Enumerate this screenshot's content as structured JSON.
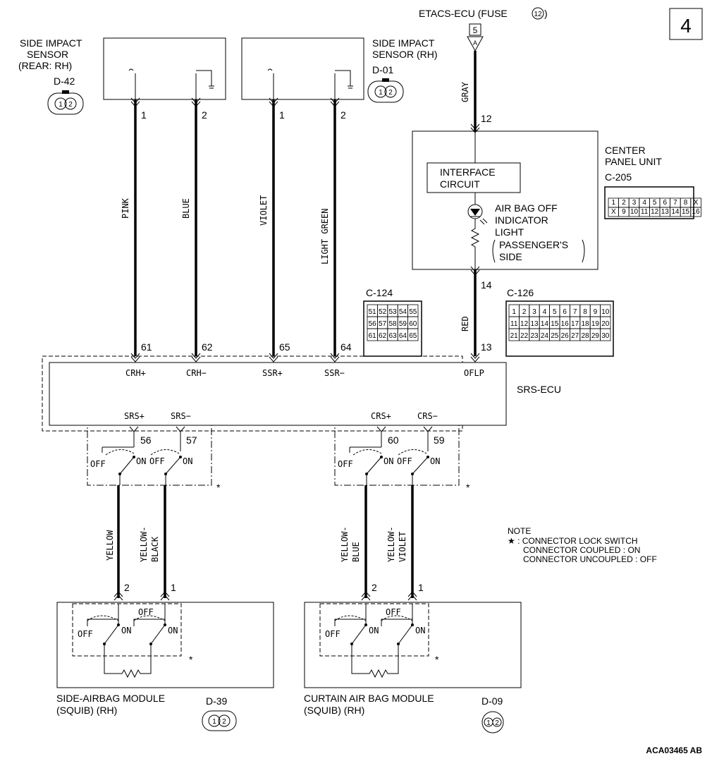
{
  "page_number": "4",
  "figure_code": "ACA03465 AB",
  "etacs": {
    "label": "ETACS-ECU (FUSE",
    "fuse": "12",
    "close": ")",
    "pin": "5",
    "terminal": "A"
  },
  "sensor_rear": {
    "title_lines": [
      "SIDE IMPACT",
      "SENSOR",
      "(REAR: RH)"
    ],
    "connector": "D-42",
    "pins": [
      "1",
      "2"
    ]
  },
  "sensor_rh": {
    "title_lines": [
      "SIDE IMPACT",
      "SENSOR (RH)"
    ],
    "connector": "D-01",
    "pins": [
      "1",
      "2"
    ]
  },
  "wires": [
    {
      "color": "PINK",
      "top_pin": "1",
      "ecu_pin": "61",
      "signal": "CRH+"
    },
    {
      "color": "BLUE",
      "top_pin": "2",
      "ecu_pin": "62",
      "signal": "CRH−"
    },
    {
      "color": "VIOLET",
      "top_pin": "1",
      "ecu_pin": "65",
      "signal": "SSR+"
    },
    {
      "color": "LIGHT GREEN",
      "top_pin": "2",
      "ecu_pin": "64",
      "signal": "SSR−"
    }
  ],
  "gray_wire": {
    "color": "GRAY",
    "pin": "12"
  },
  "red_wire": {
    "color": "RED",
    "panel_pin": "14",
    "ecu_pin": "13",
    "signal": "OFLP"
  },
  "center_panel": {
    "title_lines": [
      "CENTER",
      "PANEL UNIT"
    ],
    "connector": "C-205",
    "interface": [
      "INTERFACE",
      "CIRCUIT"
    ],
    "indicator_lines": [
      "AIR BAG OFF",
      "INDICATOR",
      "LIGHT"
    ],
    "side_lines": [
      "PASSENGER'S",
      "SIDE"
    ],
    "grid_rows": [
      [
        "1",
        "2",
        "3",
        "4",
        "5",
        "6",
        "7",
        "8",
        "X"
      ],
      [
        "X",
        "9",
        "10",
        "11",
        "12",
        "13",
        "14",
        "15",
        "16"
      ]
    ]
  },
  "c124": {
    "label": "C-124",
    "grid_rows": [
      [
        "51",
        "52",
        "53",
        "54",
        "55"
      ],
      [
        "56",
        "57",
        "58",
        "59",
        "60"
      ],
      [
        "61",
        "62",
        "63",
        "64",
        "65"
      ]
    ]
  },
  "c126": {
    "label": "C-126",
    "grid_rows": [
      [
        "1",
        "2",
        "3",
        "4",
        "5",
        "6",
        "7",
        "8",
        "9",
        "10"
      ],
      [
        "11",
        "12",
        "13",
        "14",
        "15",
        "16",
        "17",
        "18",
        "19",
        "20"
      ],
      [
        "21",
        "22",
        "23",
        "24",
        "25",
        "26",
        "27",
        "28",
        "29",
        "30"
      ]
    ]
  },
  "srs_ecu": {
    "label": "SRS-ECU",
    "left_signals": [
      "SRS+",
      "SRS−"
    ],
    "right_signals": [
      "CRS+",
      "CRS−"
    ]
  },
  "switch_left": {
    "pins": [
      "56",
      "57"
    ],
    "off": "OFF",
    "on": "ON",
    "asterisk": "*"
  },
  "switch_right": {
    "pins": [
      "60",
      "59"
    ],
    "off": "OFF",
    "on": "ON",
    "asterisk": "*"
  },
  "lower_wires_left": [
    {
      "color_lines": [
        "YELLOW"
      ],
      "pin": "2"
    },
    {
      "color_lines": [
        "YELLOW-",
        "BLACK"
      ],
      "pin": "1"
    }
  ],
  "lower_wires_right": [
    {
      "color_lines": [
        "YELLOW-",
        "BLUE"
      ],
      "pin": "2"
    },
    {
      "color_lines": [
        "YELLOW-",
        "VIOLET"
      ],
      "pin": "1"
    }
  ],
  "module_left": {
    "title_lines": [
      "SIDE-AIRBAG MODULE",
      "(SQUIB) (RH)"
    ],
    "connector": "D-39",
    "pins": [
      "1",
      "2"
    ]
  },
  "module_right": {
    "title_lines": [
      "CURTAIN AIR BAG MODULE",
      "(SQUIB) (RH)"
    ],
    "connector": "D-09",
    "pins": [
      "1",
      "2"
    ]
  },
  "note": {
    "title": "NOTE",
    "lines": [
      "★ : CONNECTOR LOCK SWITCH",
      "CONNECTOR COUPLED : ON",
      "CONNECTOR UNCOUPLED : OFF"
    ]
  }
}
